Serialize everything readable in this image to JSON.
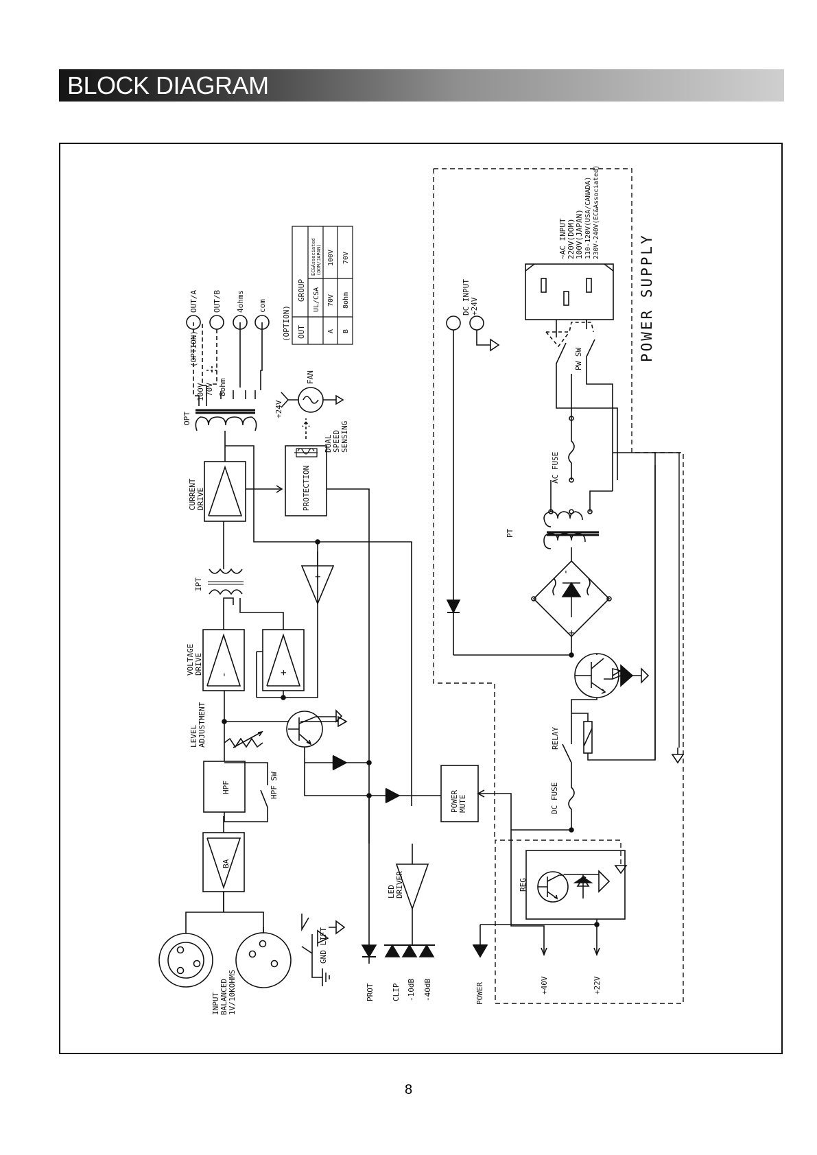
{
  "header": {
    "title": "BLOCK DIAGRAM"
  },
  "footer": {
    "page_number": "8"
  },
  "diagram": {
    "blocks": {
      "ba": "BA",
      "hpf": "HPF",
      "power_mute": [
        "POWER",
        "MUTE"
      ],
      "protection": "PROTECTION",
      "reg": "REG"
    },
    "labels": {
      "input": [
        "INPUT",
        "BALANCED",
        "1V/10KOHMS"
      ],
      "gnd_lift": "GND LIFT",
      "hpf_sw": "HPF SW",
      "level_adjustment": [
        "LEVEL",
        "ADJUSTMENT"
      ],
      "voltage_drive": [
        "VOLTAGE",
        "DRIVE"
      ],
      "ipt": "IPT",
      "current_drive": [
        "CURRENT",
        "DRIVE"
      ],
      "opt": "OPT",
      "tap_100v": "100V",
      "tap_70v": "70V",
      "tap_8ohm": "8ohm",
      "option": "(OPTION)",
      "out_a": "OUT/A",
      "out_b": "OUT/B",
      "out_4ohms": "4ohms",
      "out_com": "com",
      "plus_24v": "+24V",
      "fan": "FAN",
      "dual_speed": [
        "DUAL",
        "SPEED",
        "SENSING"
      ],
      "led_driver": [
        "LED",
        "DRIVER"
      ],
      "prot": "PROT",
      "clip": "CLIP",
      "minus_10db": "-10dB",
      "minus_40db": "-40dB",
      "power": "POWER",
      "plus_40v": "+40V",
      "plus_22v": "+22V",
      "dc_input": [
        "DC INPUT",
        "+24V"
      ],
      "ac_input": [
        "~AC INPUT",
        "220V(DOM)",
        "100V(JAPAN)",
        "110-120V(USA/CANADA)",
        "230V-240V(EC&Associated)"
      ],
      "pw_sw": "PW SW",
      "ac_fuse": "AC FUSE",
      "pt": "PT",
      "relay": "RELAY",
      "dc_fuse": "DC FUSE",
      "power_supply": "POWER SUPPLY",
      "plus_sign": "+",
      "minus_sign": "-"
    },
    "option_table": {
      "heading": "(OPTION)",
      "out": "OUT",
      "group": "GROUP",
      "col_ul": "UL/CSA",
      "col_ec": [
        "EC&Associated",
        "(DOM/JAPAN)"
      ],
      "row_a": "A",
      "row_b": "B",
      "a_ul": "70V",
      "a_ec": "100V",
      "b_ul": "8ohm",
      "b_ec": "70V"
    }
  }
}
